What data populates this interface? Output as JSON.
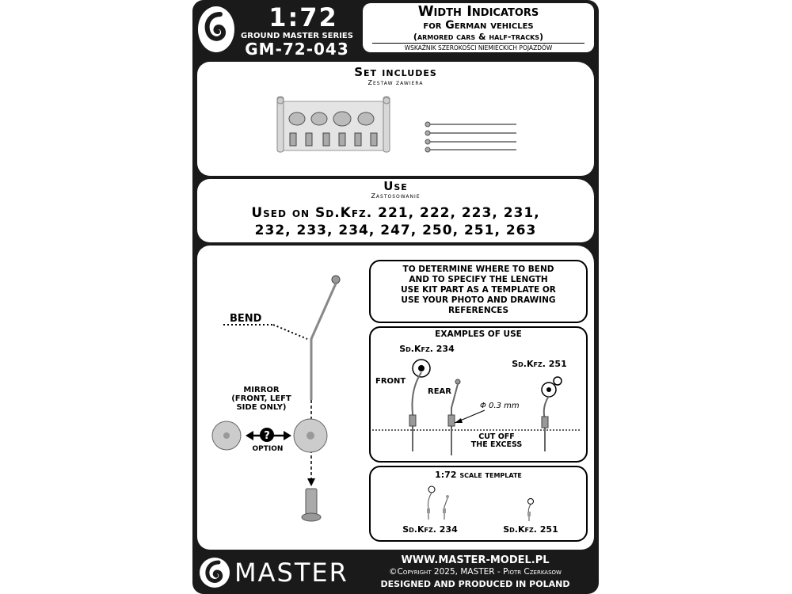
{
  "header": {
    "scale": "1:72",
    "series": "GROUND MASTER SERIES",
    "code": "GM-72-043",
    "title": "Width Indicators",
    "subtitle1": "for German vehicles",
    "subtitle2": "(armored cars & half-tracks)",
    "polish_title": "WSKAŹNIK SZEROKOŚCI NIEMIECKICH POJAZDÓW"
  },
  "set_section": {
    "title": "Set includes",
    "subtitle": "Zestaw zawiera"
  },
  "use_section": {
    "title": "Use",
    "subtitle": "Zastosowanie",
    "line1": "Used on Sd.Kfz. 221, 222, 223, 231,",
    "line2": "232, 233, 234, 247, 250, 251, 263"
  },
  "instructions": {
    "bend_label": "BEND",
    "mirror_label_1": "MIRROR",
    "mirror_label_2": "(FRONT, LEFT",
    "mirror_label_3": "SIDE ONLY)",
    "option_label": "OPTION",
    "note_1": "TO DETERMINE WHERE TO BEND",
    "note_2": "AND TO SPECIFY THE LENGTH",
    "note_3": "USE KIT PART AS A TEMPLATE OR",
    "note_4": "USE YOUR PHOTO AND DRAWING",
    "note_5": "REFERENCES",
    "examples_title": "EXAMPLES OF USE",
    "ex_vehicle_1": "Sd.Kfz. 234",
    "ex_vehicle_2": "Sd.Kfz. 251",
    "front_label": "FRONT",
    "rear_label": "REAR",
    "diameter_label": "Φ 0.3 mm",
    "cut_label_1": "CUT OFF",
    "cut_label_2": "THE EXCESS",
    "template_title": "1:72 scale template",
    "tpl_vehicle_1": "Sd.Kfz. 234",
    "tpl_vehicle_2": "Sd.Kfz. 251"
  },
  "footer": {
    "brand": "MASTER",
    "website": "WWW.MASTER-MODEL.PL",
    "copyright": "©Copyright 2025, MASTER - Piotr Czerkasow",
    "made_in": "DESIGNED AND PRODUCED IN POLAND"
  }
}
